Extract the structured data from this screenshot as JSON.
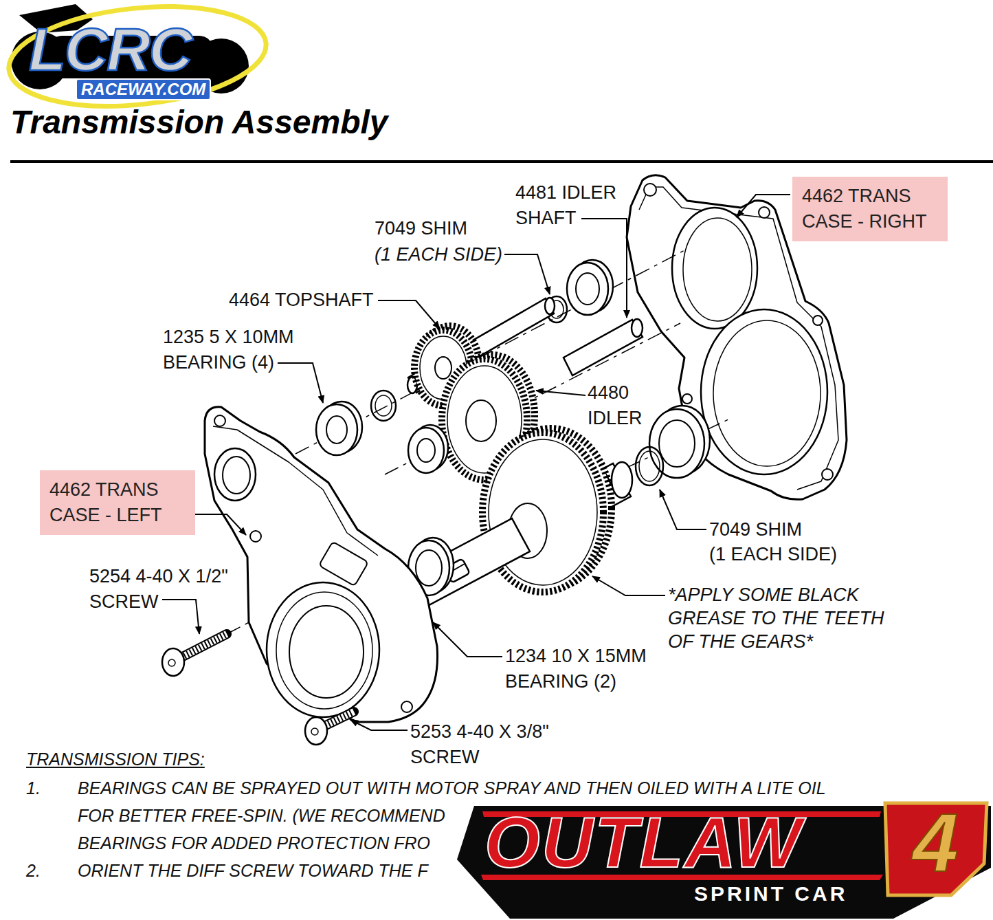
{
  "diagram": {
    "title": "Transmission Assembly",
    "nodes": [
      {
        "text": [
          "4462 TRANS CASE - RIGHT"
        ]
      },
      {
        "text": [
          "4462 TRANS CASE - LEFT"
        ]
      }
    ],
    "labels": [
      "LCRC",
      "RACEWAY.COM",
      "4481 IDLER SHAFT",
      "7049 SHIM",
      "(1 EACH SIDE)",
      "4464 TOPSHAFT",
      "1235 5 X 10MM BEARING (4)",
      "4480 IDLER",
      "7049 SHIM",
      "(1 EACH SIDE)",
      "5254 4-40 X 1/2\" SCREW",
      "*APPLY SOME BLACK GREASE TO THE TEETH OF THE GEARS*",
      "1234 10 X 15MM BEARING (2)",
      "5253 4-40 X 3/8\" SCREW",
      "TRANSMISSION TIPS:",
      "1.",
      "BEARINGS CAN BE SPRAYED OUT WITH MOTOR SPRAY AND THEN OILED WITH A LITE OIL",
      "FOR BETTER FREE-SPIN. (WE RECOMMEND",
      "BEARINGS FOR ADDED PROTECTION FRO",
      "2.",
      "ORIENT THE DIFF SCREW TOWARD THE F",
      "OUTLAW",
      "4",
      "SPRINT CAR"
    ]
  }
}
